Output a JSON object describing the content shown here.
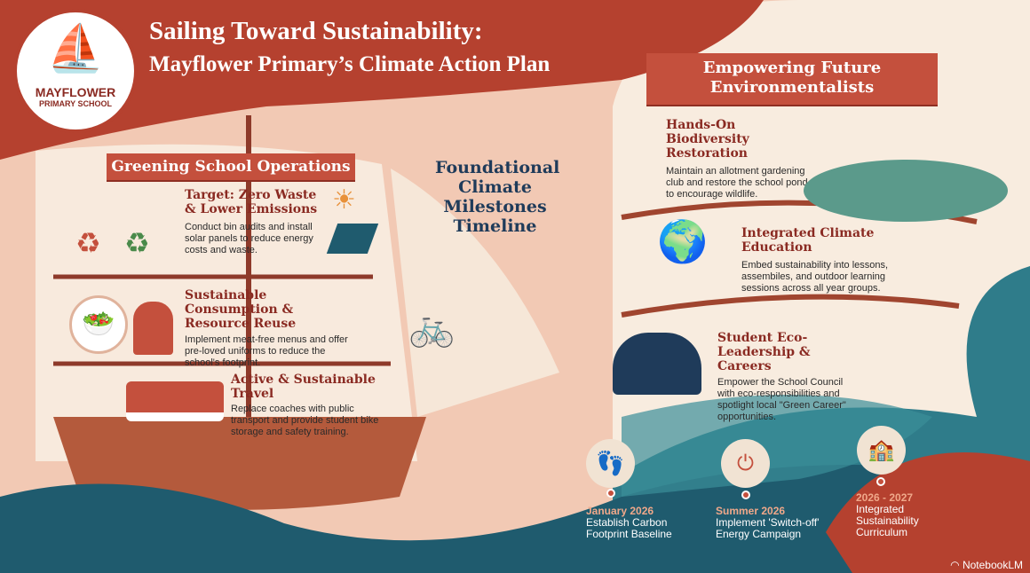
{
  "header": {
    "title_line1": "Sailing Toward Sustainability:",
    "title_line2": "Mayflower Primary’s Climate Action Plan"
  },
  "logo": {
    "name": "MAYFLOWER",
    "subtitle": "PRIMARY SCHOOL"
  },
  "left_section": {
    "banner": "Greening School Operations",
    "items": [
      {
        "title": "Target: Zero Waste & Lower Emissions",
        "text": "Conduct bin audits and install solar panels to reduce energy costs and waste."
      },
      {
        "title": "Sustainable Consumption & Resource Reuse",
        "text": "Implement meat-free menus and offer pre-loved uniforms to reduce the school's footprint."
      },
      {
        "title": "Active & Sustainable Travel",
        "text": "Replace coaches with public transport and provide student bike storage and safety training."
      }
    ]
  },
  "center": {
    "title": "Foundational Climate Milestones Timeline"
  },
  "right_section": {
    "banner": "Empowering Future Environmentalists",
    "items": [
      {
        "title": "Hands-On Biodiversity Restoration",
        "text": "Maintain an allotment gardening club and restore the school pond to encourage wildlife."
      },
      {
        "title": "Integrated Climate Education",
        "text": "Embed sustainability into lessons, assembiles, and outdoor learning sessions across all year groups."
      },
      {
        "title": "Student Eco-Leadership & Careers",
        "text": "Empower the School Council with eco-responsibilities and spotlight local \"Green Career\" opportunities."
      }
    ]
  },
  "timeline": [
    {
      "date": "January 2026",
      "text": "Establish Carbon Footprint Baseline",
      "icon": "footprint-icon"
    },
    {
      "date": "Summer 2026",
      "text": "Implement 'Switch-off' Energy Campaign",
      "icon": "light-switch-icon"
    },
    {
      "date": "2026 - 2027",
      "text": "Integrated Sustainability Curriculum",
      "icon": "school-icon"
    }
  ],
  "watermark": "NotebookLM",
  "colors": {
    "red": "#c4503d",
    "navy": "#1f3b5a",
    "teal": "#1f5b6e",
    "cream": "#f8ecdf"
  }
}
